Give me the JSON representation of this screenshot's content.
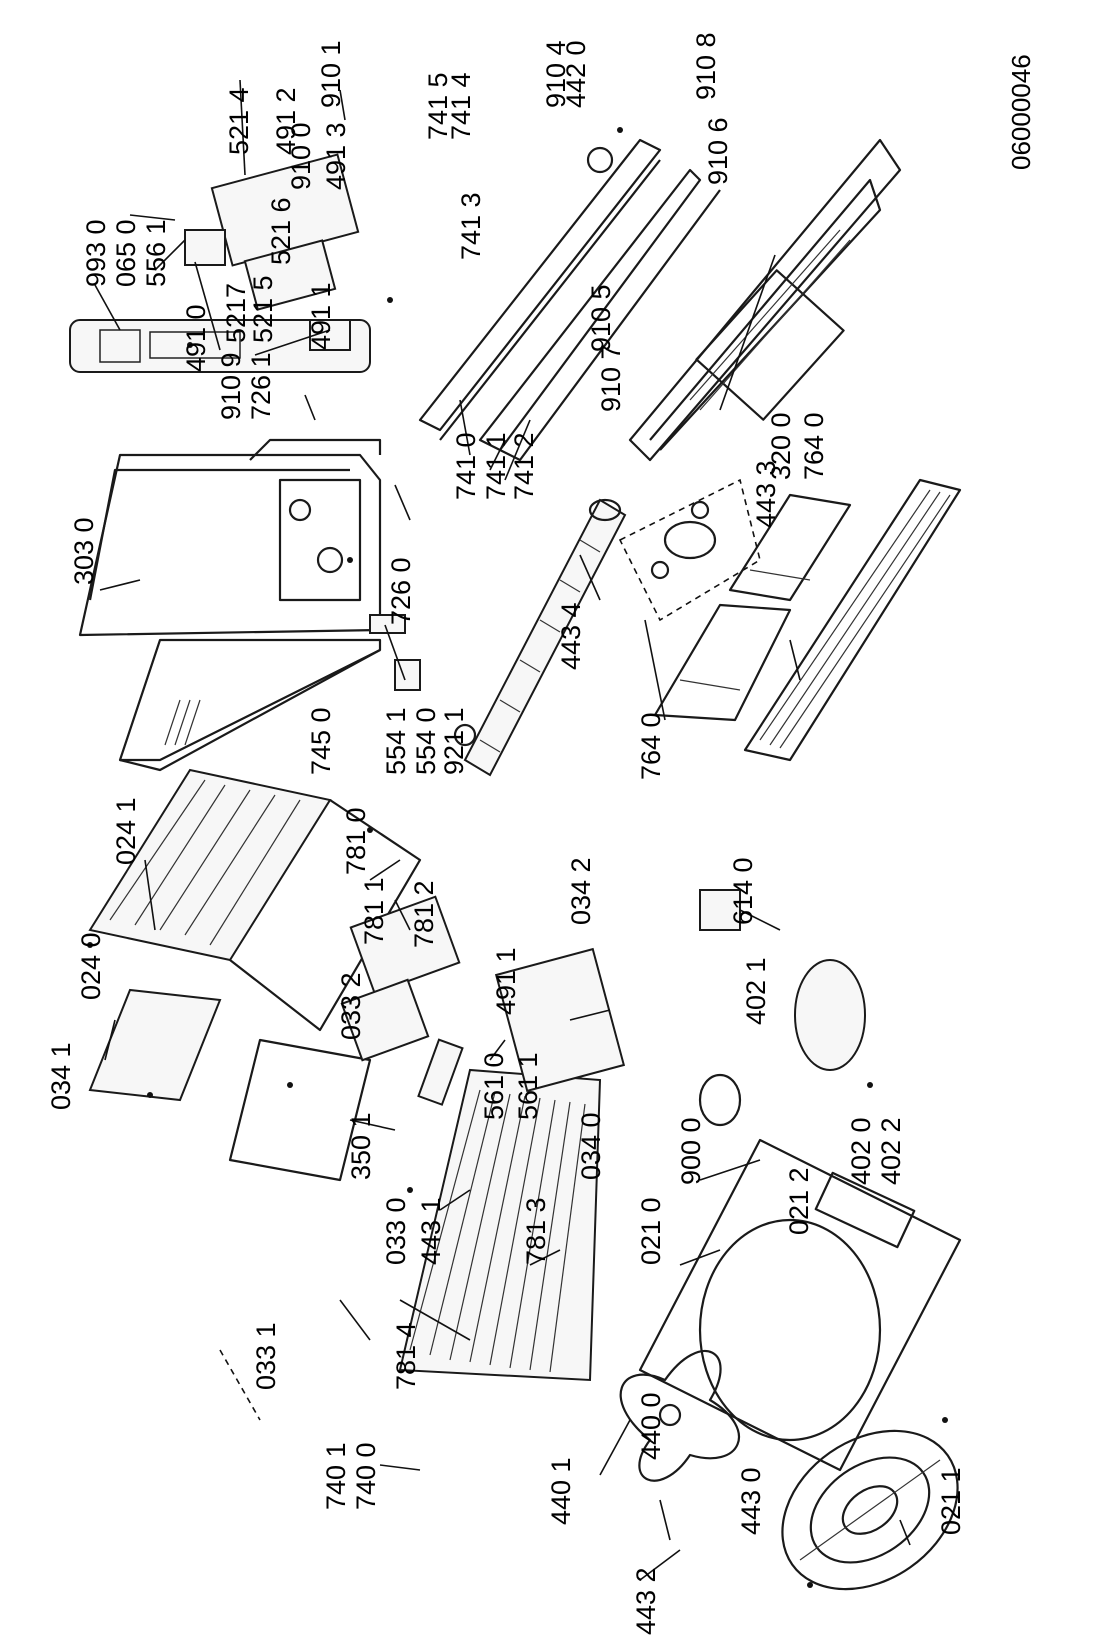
{
  "document_number": "06000046",
  "part_labels": [
    "993 0",
    "065 0",
    "556 1",
    "491 0",
    "910 9",
    "726 1",
    "521 4",
    "491 2",
    "910 1",
    "910 0",
    "491 3",
    "521 6",
    "5217",
    "521 5",
    "491 1",
    "303 0",
    "741 5",
    "741 4",
    "741 3",
    "910 4",
    "442 0",
    "910 5",
    "910 7",
    "741 0",
    "741 1",
    "741 2",
    "910 8",
    "910 6",
    "320 0",
    "764 0",
    "443 3",
    "726 0",
    "443 4",
    "554 1",
    "554 0",
    "921 1",
    "745 0",
    "764 0",
    "024 1",
    "781 0",
    "781 1",
    "781 2",
    "024 0",
    "034 1",
    "033 2",
    "491 1",
    "034 2",
    "614 0",
    "402 1",
    "561 0",
    "561 1",
    "350 1",
    "034 0",
    "900 0",
    "402 0",
    "402 2",
    "033 0",
    "443 1",
    "021 2",
    "021 0",
    "781 3",
    "781 4",
    "033 1",
    "740 1",
    "740 0",
    "440 1",
    "440 0",
    "443 0",
    "443 2",
    "021 1"
  ]
}
